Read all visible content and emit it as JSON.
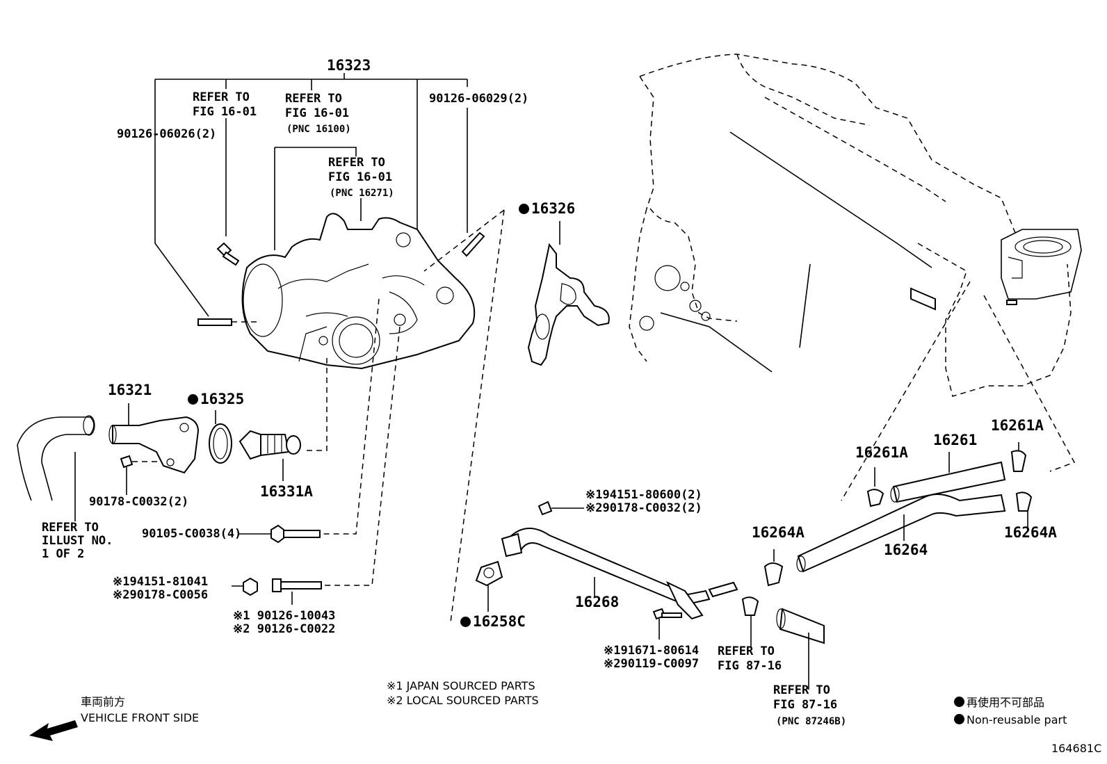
{
  "labels": {
    "p16323": "16323",
    "refer_fig_16_01_a_line1": "REFER TO",
    "refer_fig_16_01_a_line2": "FIG 16-01",
    "refer_fig_16_01_b_line1": "REFER TO",
    "refer_fig_16_01_b_line2": "FIG 16-01",
    "refer_fig_16_01_b_line3": "(PNC 16100)",
    "refer_fig_16_01_c_line1": "REFER TO",
    "refer_fig_16_01_c_line2": "FIG 16-01",
    "refer_fig_16_01_c_line3": "(PNC 16271)",
    "p90126_06029": "90126-06029(2)",
    "p90126_06026": "90126-06026(2)",
    "p16326": "16326",
    "p16321": "16321",
    "p16325": "16325",
    "p16331A": "16331A",
    "p90178_C0032": "90178-C0032(2)",
    "refer_illust_line1": "REFER TO",
    "refer_illust_line2": "ILLUST NO.",
    "refer_illust_line3": "1 OF 2",
    "p90105_C0038": "90105-C0038(4)",
    "p94151_81041": "※194151-81041",
    "p90178_C0056": "※290178-C0056",
    "p90126_10043": "※1 90126-10043",
    "p90126_C0022": "※2 90126-C0022",
    "p16258C": "16258C",
    "p94151_80600": "※194151-80600(2)",
    "p90178_C0032_b": "※290178-C0032(2)",
    "p16268": "16268",
    "p91671_80614": "※191671-80614",
    "p90119_C0097": "※290119-C0097",
    "refer_fig_87_16_a_line1": "REFER TO",
    "refer_fig_87_16_a_line2": "FIG 87-16",
    "refer_fig_87_16_b_line1": "REFER TO",
    "refer_fig_87_16_b_line2": "FIG 87-16",
    "refer_fig_87_16_b_line3": "(PNC 87246B)",
    "p16264A_a": "16264A",
    "p16264A_b": "16264A",
    "p16264": "16264",
    "p16261A_a": "16261A",
    "p16261A_b": "16261A",
    "p16261": "16261"
  },
  "notes": {
    "japan": "※1 JAPAN SOURCED PARTS",
    "local": "※2 LOCAL SOURCED PARTS"
  },
  "legend": {
    "jp_text": "再使用不可部品",
    "en_text": "Non-reusable part"
  },
  "direction": {
    "jp_text": "車両前方",
    "en_text": "VEHICLE FRONT SIDE"
  },
  "figure_id": "164681C"
}
